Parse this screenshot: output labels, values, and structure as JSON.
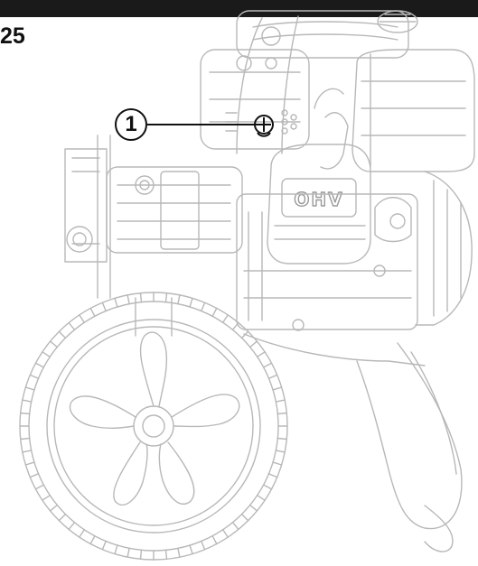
{
  "figure": {
    "number": "25"
  },
  "callout": {
    "label": "1"
  },
  "engine": {
    "badge_text": "OHV"
  },
  "colors": {
    "header_bar": "#1a1a1a",
    "line_art": "#b8b8b8",
    "line_art_dark": "#9a9a9a",
    "callout": "#111111"
  },
  "icons": {
    "fuel_cap": "fuel-cap-icon",
    "oil_drain_plug": "oil-drain-plug-icon"
  }
}
